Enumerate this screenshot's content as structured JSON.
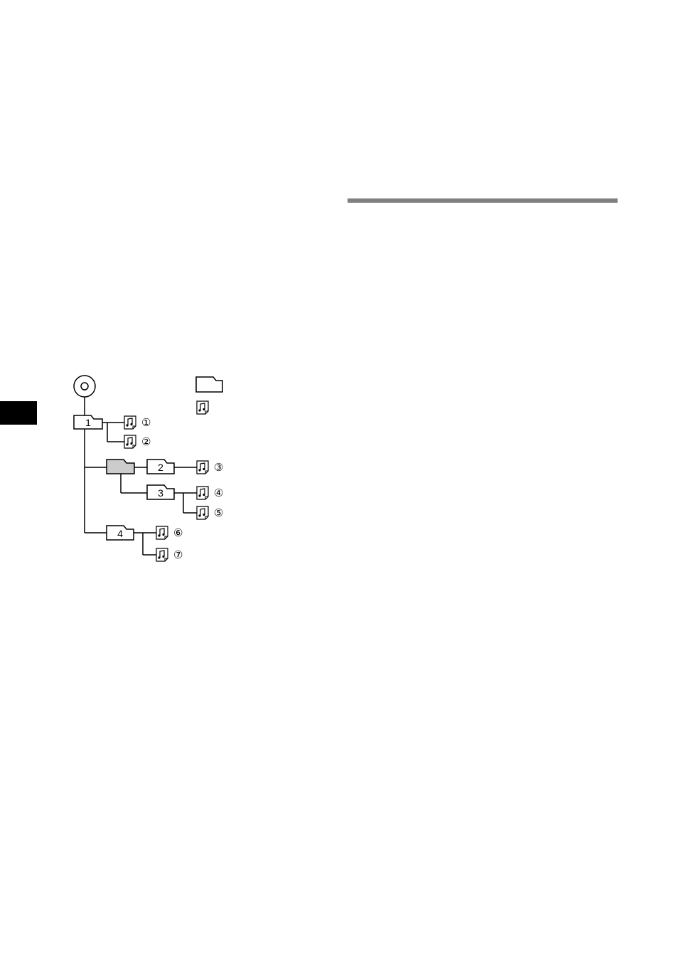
{
  "colors": {
    "line": "#000000",
    "rule": "#808080",
    "selected_folder_fill": "#cccccc",
    "page_tab": "#000000"
  },
  "icons": {
    "root": "disc-icon",
    "folder": "folder-icon",
    "file": "music-file-icon"
  },
  "tree": {
    "folders": [
      {
        "label": "1"
      },
      {
        "label": ""
      },
      {
        "label": "2"
      },
      {
        "label": "3"
      },
      {
        "label": "4"
      }
    ],
    "files": [
      {
        "number": "①"
      },
      {
        "number": "②"
      },
      {
        "number": "③"
      },
      {
        "number": "④"
      },
      {
        "number": "⑤"
      },
      {
        "number": "⑥"
      },
      {
        "number": "⑦"
      }
    ]
  }
}
